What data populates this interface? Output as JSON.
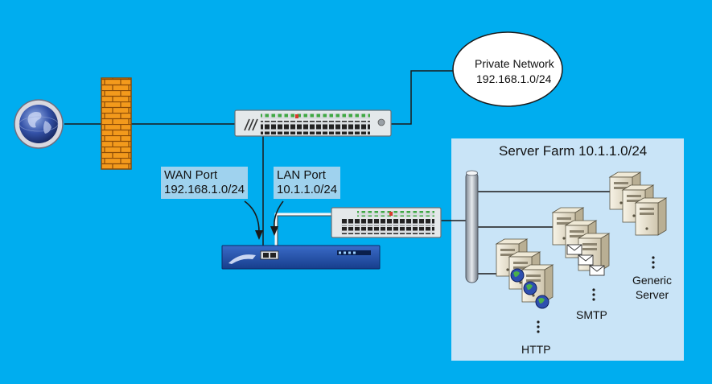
{
  "colors": {
    "background": "#00ADEF",
    "server_farm_panel": "#C9E4F7",
    "label_box": "#9FD2EE",
    "firewall": "#F39A1C",
    "switch": "#E4E8EA",
    "appliance": "#1E4FA8",
    "link": "#1A1A1A"
  },
  "icons": [
    "globe-icon",
    "firewall-icon",
    "switch-icon",
    "appliance-icon",
    "server-icon",
    "web-globe-icon",
    "mail-envelope-icon",
    "vertical-ellipsis-icon"
  ],
  "private_network": {
    "title": "Private Network",
    "subnet": "192.168.1.0/24"
  },
  "wan_port": {
    "title": "WAN Port",
    "subnet": "192.168.1.0/24"
  },
  "lan_port": {
    "title": "LAN Port",
    "subnet": "10.1.1.0/24"
  },
  "server_farm": {
    "title": "Server Farm 10.1.1.0/24",
    "groups": [
      {
        "label": "HTTP"
      },
      {
        "label": "SMTP"
      },
      {
        "label_line1": "Generic",
        "label_line2": "Server"
      }
    ]
  }
}
